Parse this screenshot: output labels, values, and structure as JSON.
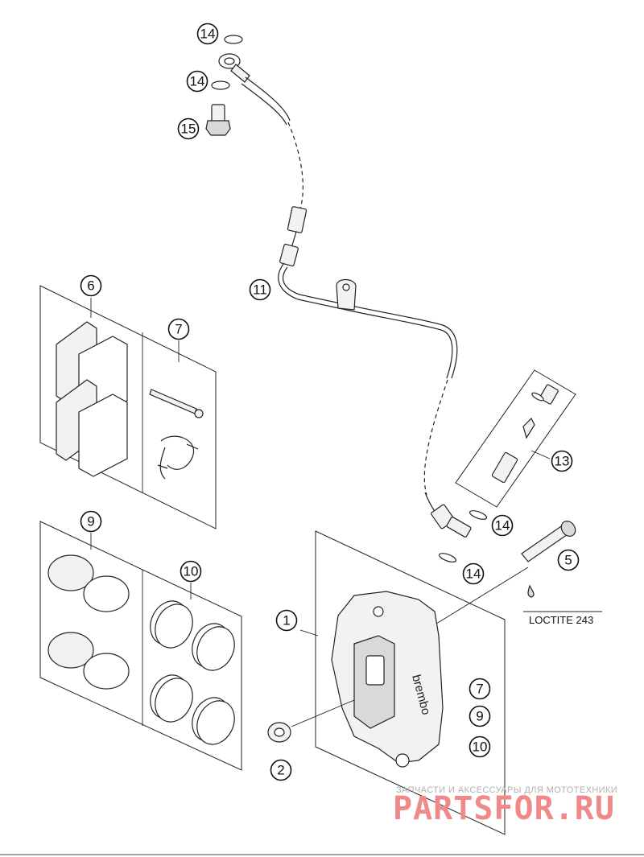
{
  "callouts": {
    "c14a": "14",
    "c14b": "14",
    "c15": "15",
    "c11": "11",
    "c6": "6",
    "c7a": "7",
    "c13": "13",
    "c14c": "14",
    "c14d": "14",
    "c5": "5",
    "c9a": "9",
    "c10a": "10",
    "c1": "1",
    "c7b": "7",
    "c9b": "9",
    "c10b": "10",
    "c2": "2"
  },
  "loctite_label": "LOCTITE 243",
  "caliper_brand": "brembo",
  "watermark": {
    "tagline": "ЗАПЧАСТИ И АКСЕССУАРЫ ДЛЯ МОТОТЕХНИКИ",
    "logo": "PARTSFOR.RU"
  }
}
